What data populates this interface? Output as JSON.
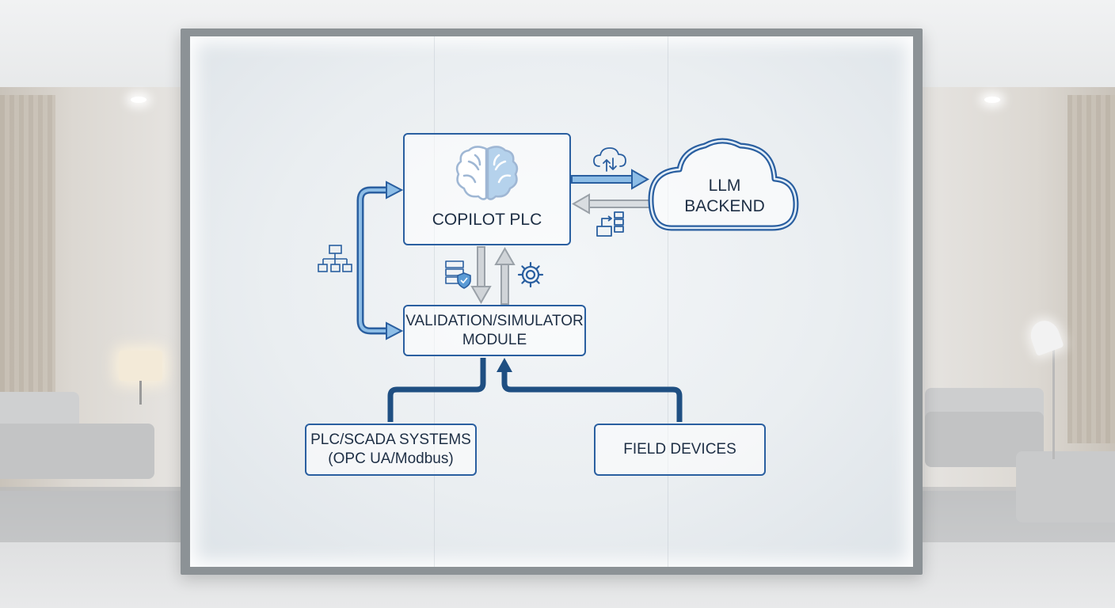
{
  "nodes": {
    "copilot_plc": "COPILOT PLC",
    "llm_backend": "LLM\nBACKEND",
    "validation_module": "VALIDATION/SIMULATOR\nMODULE",
    "plc_scada": "PLC/SCADA SYSTEMS\n(OPC UA/Modbus)",
    "field_devices": "FIELD DEVICES"
  },
  "icons": {
    "brain": "brain-icon",
    "cloud_sync": "cloud-sync-icon",
    "data_transfer": "data-transfer-icon",
    "network": "network-hierarchy-icon",
    "server_shield": "server-shield-icon",
    "gear": "gear-icon"
  },
  "colors": {
    "outline": "#2a5fa0",
    "accent_fill": "#5b9bd5",
    "dark_arrow": "#1f4f82",
    "grey_arrow": "#a7adb3",
    "text": "#1e2f45"
  }
}
